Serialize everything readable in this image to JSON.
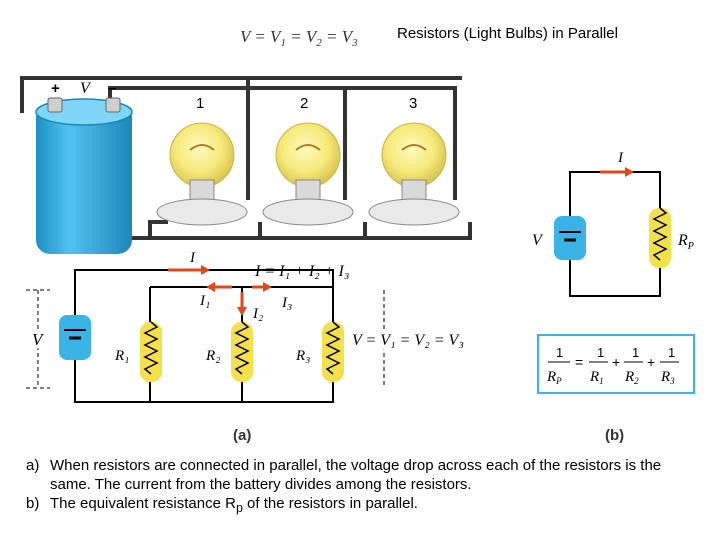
{
  "header": {
    "equation_prefix": "V",
    "title": "Resistors (Light Bulbs) in Parallel"
  },
  "photo": {
    "battery_plus": "+",
    "battery_V": "V",
    "battery_minus": "–",
    "bulbs": [
      "1",
      "2",
      "3"
    ]
  },
  "diagram_a": {
    "current_I": "I",
    "current_eq": "I = I₁ + I₂ + I₃",
    "I1": "I₁",
    "I2": "I₂",
    "I3": "I₃",
    "V_left": "V",
    "R1": "R₁",
    "R2": "R₂",
    "R3": "R₃",
    "voltage_eq": "V = V₁ = V₂ = V₃",
    "label": "(a)"
  },
  "diagram_b": {
    "current_I": "I",
    "V": "V",
    "Rp": "R",
    "Rp_sub": "P",
    "label": "(b)"
  },
  "formula": {
    "one": "1",
    "Rp": "R",
    "Rp_sub": "P",
    "R1": "R",
    "R1_sub": "1",
    "R2": "R",
    "R2_sub": "2",
    "R3": "R",
    "R3_sub": "3",
    "eq": "=",
    "plus": "+"
  },
  "caption": {
    "a_label": "a)",
    "a_text": "When resistors are connected in parallel, the voltage drop across each of the resistors is the same. The current from the battery divides among the resistors.",
    "b_label": "b)",
    "b_text": "The equivalent resistance R",
    "b_sub": "p",
    "b_text2": " of the resistors in parallel."
  },
  "colors": {
    "battery": "#3ab4e6",
    "resistor": "#f4e04a",
    "arrow": "#e04a1a",
    "formula_border": "#3ab4e6"
  }
}
